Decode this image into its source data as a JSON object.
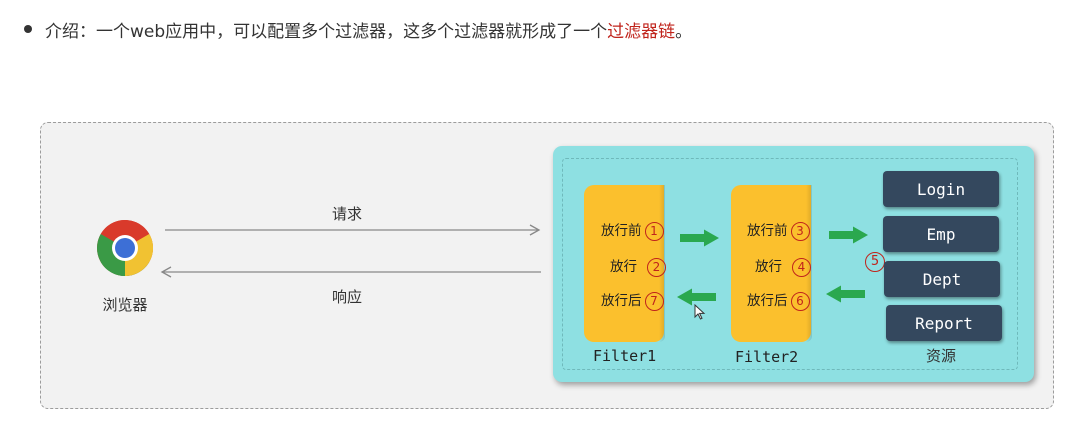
{
  "intro": {
    "text": "介绍：一个web应用中，可以配置多个过滤器，这多个过滤器就形成了一个",
    "highlight": "过滤器链",
    "end": "。"
  },
  "browser": {
    "label": "浏览器",
    "icon": "chrome-icon"
  },
  "request_label": "请求",
  "response_label": "响应",
  "filters": [
    {
      "name": "Filter1",
      "rows": [
        {
          "text": "放行前",
          "num": "1"
        },
        {
          "text": "放行",
          "num": "2"
        },
        {
          "text": "放行后",
          "num": "7"
        }
      ]
    },
    {
      "name": "Filter2",
      "rows": [
        {
          "text": "放行前",
          "num": "3"
        },
        {
          "text": "放行",
          "num": "4"
        },
        {
          "text": "放行后",
          "num": "6"
        }
      ]
    }
  ],
  "resource_step": "5",
  "resources": {
    "label": "资源",
    "items": [
      "Login",
      "Emp",
      "Dept",
      "Report"
    ]
  },
  "colors": {
    "highlight": "#c0241c",
    "panel": "#8ee0e2",
    "filter": "#fbc02d",
    "resource": "#34485e",
    "arrow_green": "#2aa84f"
  }
}
